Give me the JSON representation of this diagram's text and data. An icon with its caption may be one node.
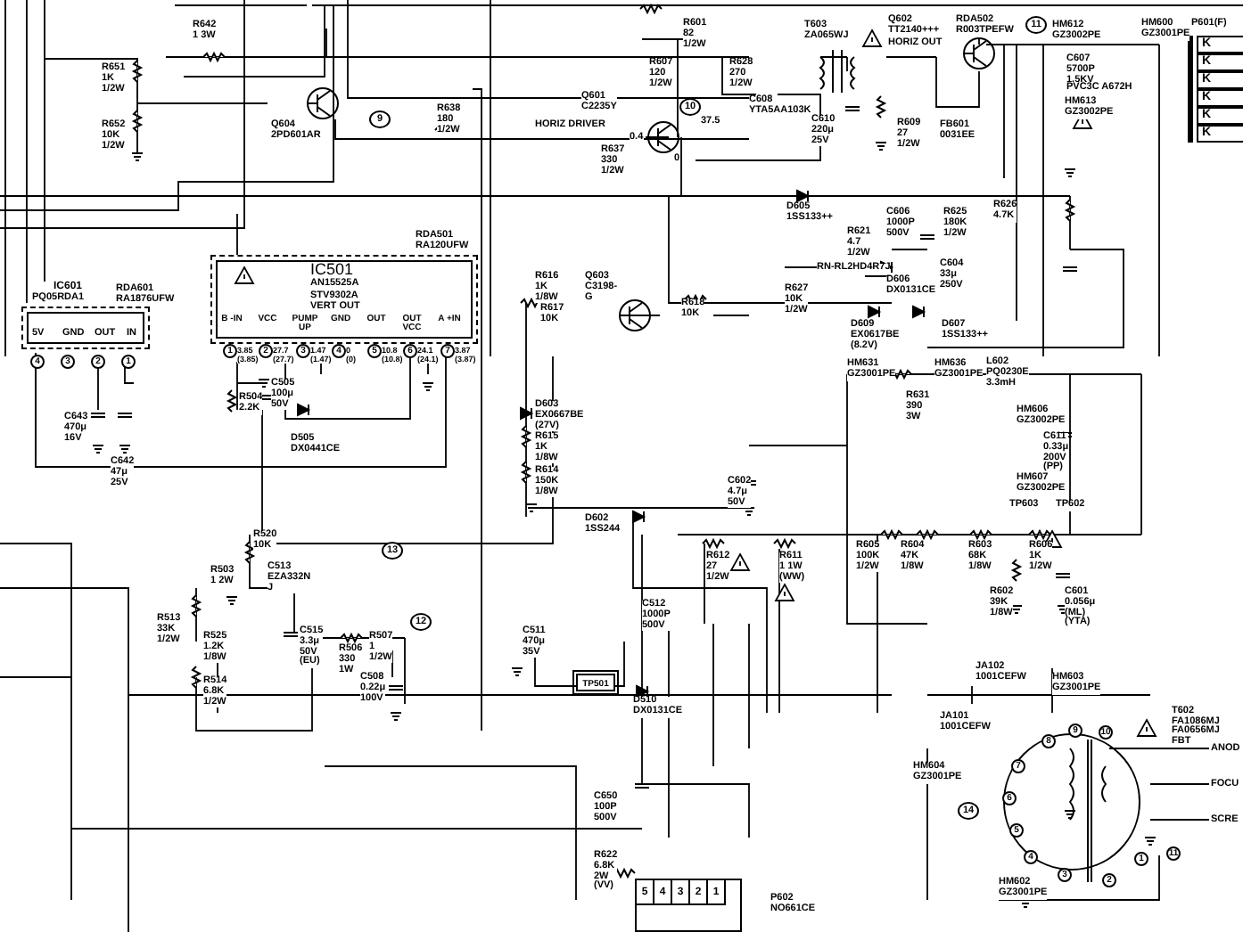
{
  "diagram": {
    "nodes": [
      {
        "text": [
          "IC601",
          "PQ05RDA1",
          "5V",
          "GND",
          "OUT",
          "IN"
        ]
      },
      {
        "text": [
          "IC501",
          "AN15525A",
          "STV9302A",
          "VERT OUT",
          "B -IN",
          "VCC",
          "PUMP UP",
          "GND",
          "OUT",
          "OUT VCC",
          "A +IN"
        ]
      },
      {
        "text": [
          "K",
          "K",
          "K",
          "K",
          "K",
          "K"
        ]
      },
      {
        "text": [
          "TP501"
        ]
      },
      {
        "text": [],
        "shape": "circle",
        "beside": [
          "T602 FA1086MJ FA0656MJ FBT"
        ]
      },
      {
        "text": [
          "5",
          "4",
          "3",
          "2",
          "1"
        ],
        "beside": [
          "P602 NO661CE"
        ]
      }
    ],
    "edges": [
      {
        "from": 0,
        "to": 1,
        "arrow": "none"
      }
    ],
    "labels": [
      "R642 1 3W",
      "R651 1K 1/2W",
      "R652 10K 1/2W",
      "Q604 2PD601AR",
      "R638 180 1/2W",
      "Q601 C2235Y",
      "HORIZ DRIVER",
      "0.4",
      "37.5",
      "0",
      "R637 330 1/2W",
      "R601 82 1/2W",
      "R607 120 1/2W",
      "R628 270 1/2W",
      "T603 ZA065WJ",
      "C608 YTA5AA103K",
      "C610 220μ 25V",
      "Q602 TT2140+++",
      "HORIZ OUT",
      "RDA502 R003TPEFW",
      "R609 27 1/2W",
      "FB601 0031EE",
      "HM612 GZ3002PE",
      "C607 5700P 1.5KV",
      "PVC3C A672H",
      "HM613 GZ3002PE",
      "HM600 GZ3001PE",
      "P601(F)",
      "D605 1SS133++",
      "R626 4.7K",
      "C606 1000P 500V",
      "R625 180K 1/2W",
      "R621 4.7 1/2W",
      "RN-RL2HD4R7J",
      "D606 DX0131CE",
      "C604 33μ 250V",
      "R627 10K 1/2W",
      "D609 EX0617BE (8.2V)",
      "D607 1SS133++",
      "R618 10K",
      "R616 1K 1/8W",
      "Q603 C3198-G",
      "R617 10K",
      "RDA501 RA120UFW",
      "C643 470μ 16V",
      "C642 47μ 25V",
      "R504 2.2K",
      "C505 100μ 50V",
      "D505 DX0441CE",
      "D603 EX0667BE (27V)",
      "R615 1K 1/8W",
      "R614 150K 1/8W",
      "D602 1SS244",
      "C602 4.7μ 50V",
      "R612 27 1/2W",
      "R611 1 1W (WW)",
      "R520 10K",
      "R503 1 2W",
      "C513 EZA332N J",
      "R513 33K 1/2W",
      "R525 1.2K 1/8W",
      "C515 3.3μ 50V (EU)",
      "R514 6.8K 1/2W",
      "R506 330 1W",
      "R507 1 1/2W",
      "C508 0.22μ 100V",
      "C511 470μ 35V",
      "C512 1000P 500V",
      "D510 DX0131CE",
      "HM631 GZ3001PE",
      "R631 390 3W",
      "HM636 GZ3001PE",
      "L602 PQ0230E 3.3mH",
      "HM606 GZ3002PE",
      "C611 0.33μ 200V (PP)",
      "HM607 GZ3002PE",
      "TP603",
      "TP602",
      "R605 100K 1/2W",
      "R604 47K 1/8W",
      "R603 68K 1/8W",
      "R606 1K 1/2W",
      "R602 39K 1/8W",
      "C601 0.056μ (ML) (YTA)",
      "JA102 1001CEFW",
      "JA101 1001CEFW",
      "HM603 GZ3001PE",
      "HM604 GZ3001PE",
      "HM602 GZ3001PE",
      "ANOD",
      "FOCU",
      "SCRE",
      "C650 100P 500V",
      "R622 6.8K 2W (VV)",
      "9",
      "10",
      "11",
      "12",
      "13",
      "14",
      "1",
      "2",
      "3",
      "4",
      "5",
      "6",
      "7",
      "8",
      "9",
      "10",
      "11",
      "1",
      "2",
      "3",
      "4",
      "5",
      "6",
      "7",
      "3.85 (3.85)",
      "27.7 (27.7)",
      "1.47 (1.47)",
      "0 (0)",
      "10.8 (10.8)",
      "24.1 (24.1)",
      "3.87 (3.87)",
      "RDA601 RA1876UFW",
      "4",
      "3",
      "2",
      "1"
    ]
  }
}
